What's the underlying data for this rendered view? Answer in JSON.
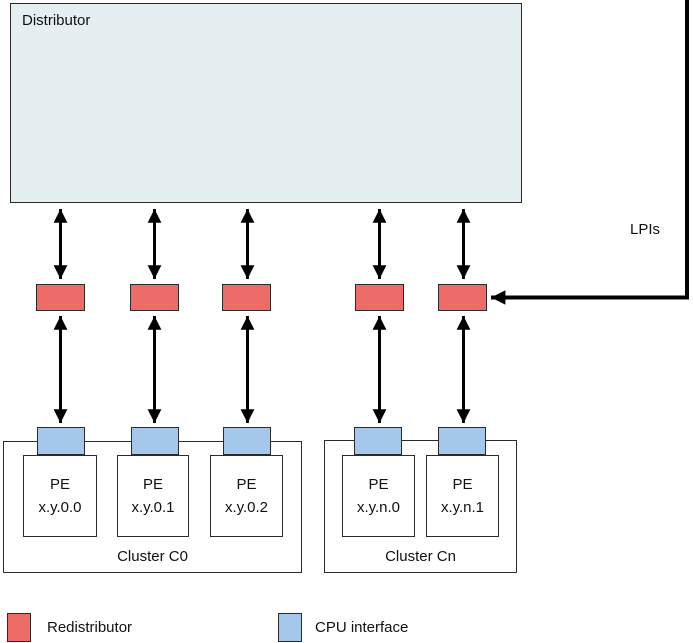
{
  "distributor": {
    "label": "Distributor"
  },
  "lpi": {
    "label": "LPIs"
  },
  "redistributor_count": 5,
  "clusters": [
    {
      "label": "Cluster C0",
      "pes": [
        {
          "name": "PE",
          "id": "x.y.0.0"
        },
        {
          "name": "PE",
          "id": "x.y.0.1"
        },
        {
          "name": "PE",
          "id": "x.y.0.2"
        }
      ]
    },
    {
      "label": "Cluster Cn",
      "pes": [
        {
          "name": "PE",
          "id": "x.y.n.0"
        },
        {
          "name": "PE",
          "id": "x.y.n.1"
        }
      ]
    }
  ],
  "legend": {
    "items": [
      {
        "key": "redistributor",
        "label": "Redistributor"
      },
      {
        "key": "cpu-interface",
        "label": "CPU interface"
      }
    ]
  },
  "colors": {
    "distributor-fill": "#e4eff2",
    "redistributor-fill": "#ee6c67",
    "cpu-interface-fill": "#a4c7eb",
    "border": "#2b2b2b",
    "arrow": "#000000"
  }
}
